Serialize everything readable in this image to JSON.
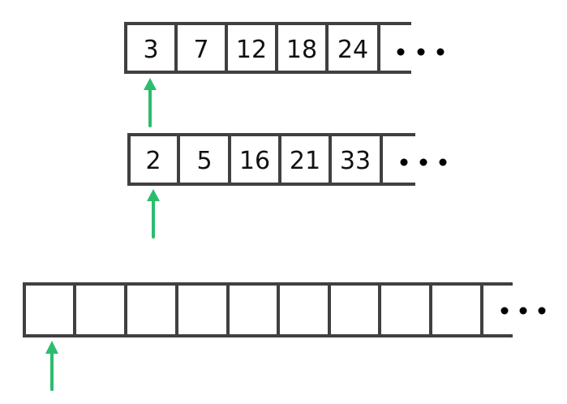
{
  "diagram": {
    "description": "Merging two sorted arrays into an output array using pointers",
    "arrays": [
      {
        "name": "input-array-a",
        "cells": [
          "3",
          "7",
          "12",
          "18",
          "24"
        ],
        "has_ellipsis": true
      },
      {
        "name": "input-array-b",
        "cells": [
          "2",
          "5",
          "16",
          "21",
          "33"
        ],
        "has_ellipsis": true
      },
      {
        "name": "output-array",
        "cells": [
          "",
          "",
          "",
          "",
          "",
          "",
          "",
          "",
          "",
          ""
        ],
        "has_ellipsis": true
      }
    ],
    "pointers": [
      {
        "name": "pointer-a",
        "points_to_index": 0
      },
      {
        "name": "pointer-b",
        "points_to_index": 0
      },
      {
        "name": "pointer-out",
        "points_to_index": 0
      }
    ],
    "colors": {
      "border": "#404040",
      "pointer": "#2bbd6e",
      "text": "#111111"
    }
  }
}
